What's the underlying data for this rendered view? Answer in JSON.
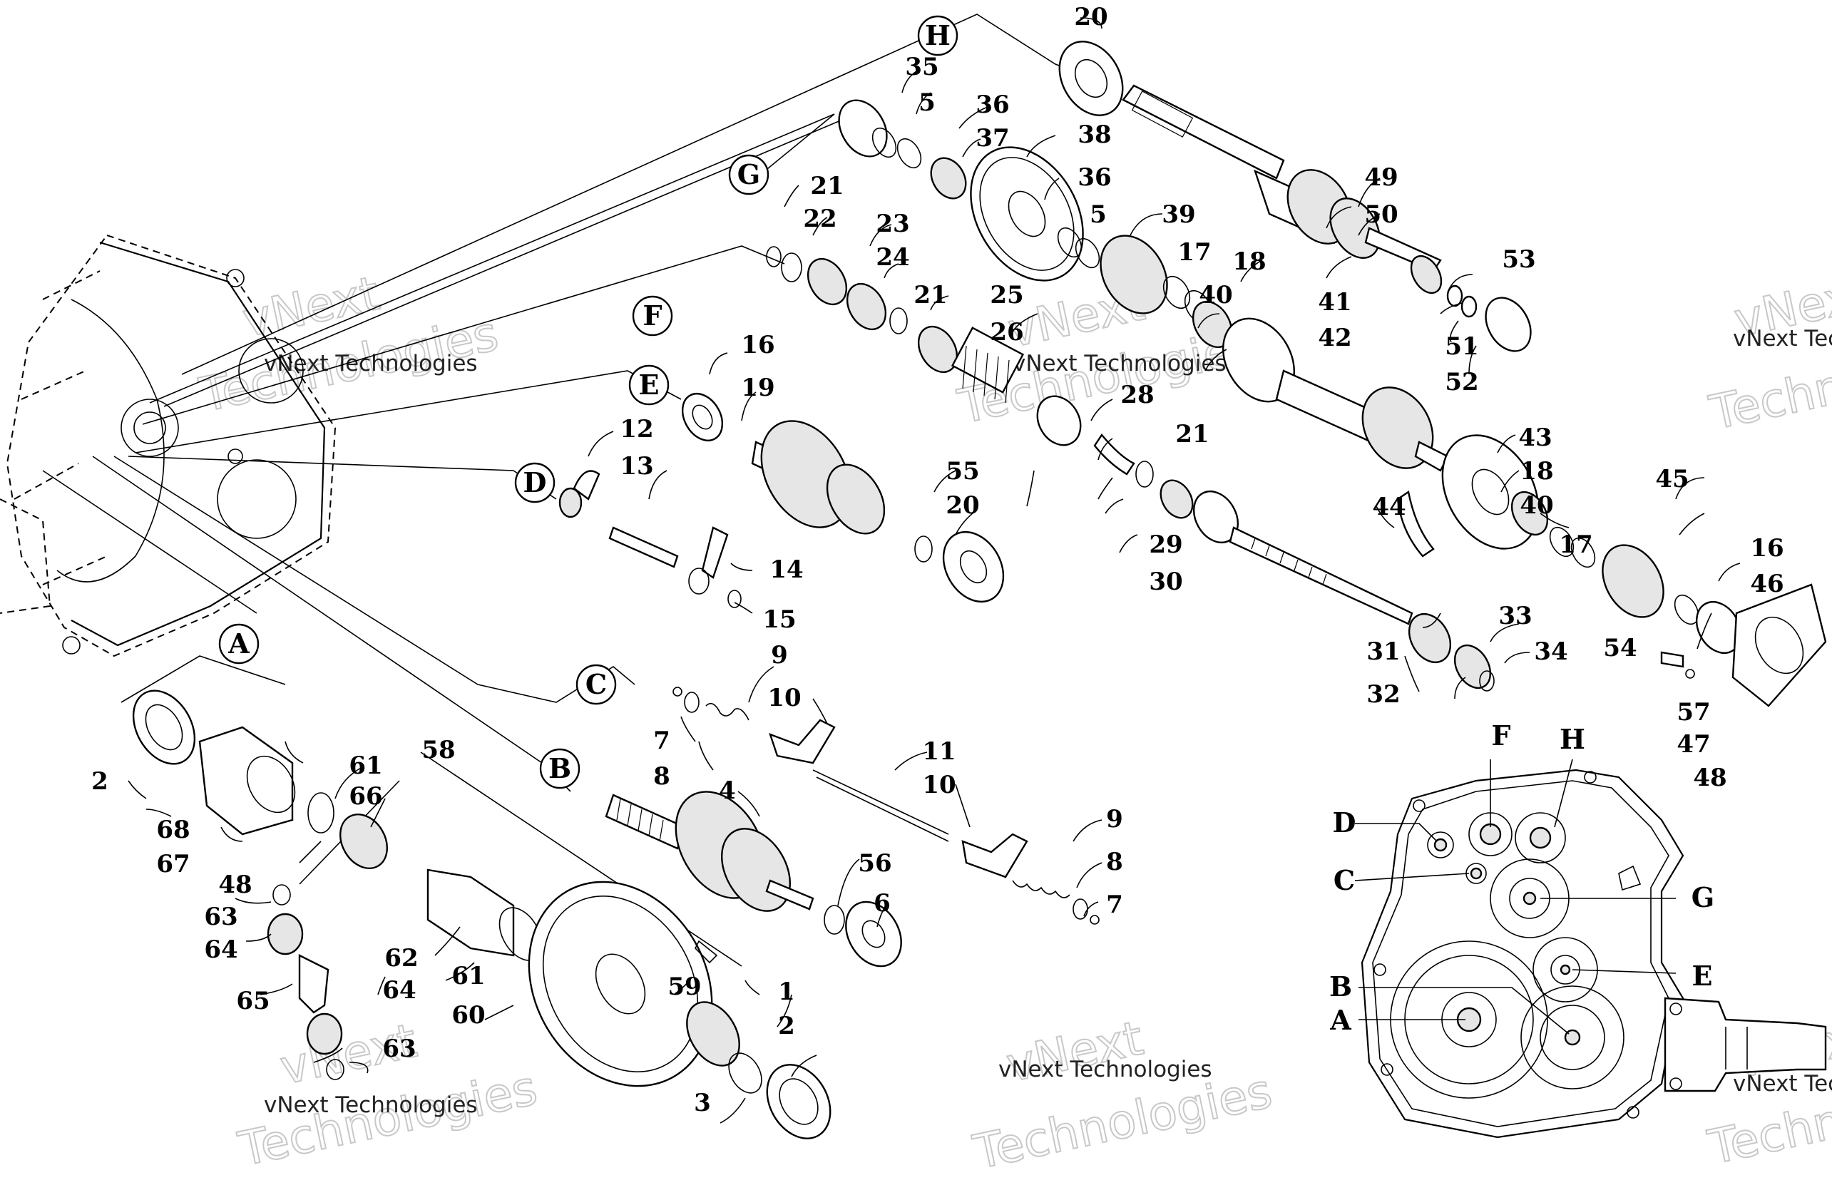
{
  "callouts": [
    "1",
    "2",
    "3",
    "4",
    "5",
    "6",
    "7",
    "8",
    "9",
    "10",
    "11",
    "12",
    "13",
    "14",
    "15",
    "16",
    "17",
    "18",
    "19",
    "20",
    "21",
    "22",
    "23",
    "24",
    "25",
    "26",
    "28",
    "29",
    "30",
    "31",
    "32",
    "33",
    "34",
    "35",
    "36",
    "37",
    "38",
    "39",
    "40",
    "41",
    "42",
    "43",
    "44",
    "45",
    "46",
    "47",
    "48",
    "49",
    "50",
    "51",
    "52",
    "53",
    "54",
    "55",
    "56",
    "57",
    "58",
    "59",
    "60",
    "61",
    "62",
    "63",
    "64",
    "65",
    "66",
    "67",
    "68"
  ],
  "shaft_letters": [
    "A",
    "B",
    "C",
    "D",
    "E",
    "F",
    "G",
    "H"
  ],
  "watermark": {
    "brand_short": "vNext",
    "brand_long": "Technologies",
    "caption": "vNext Technologies"
  }
}
